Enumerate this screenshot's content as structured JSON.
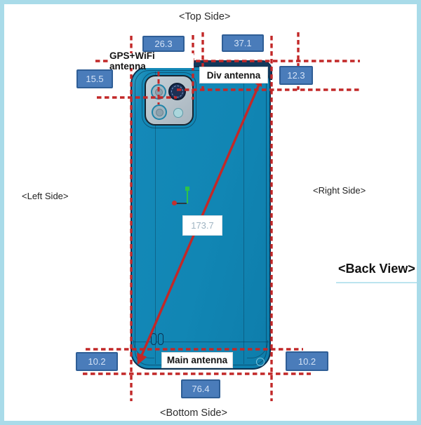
{
  "side_labels": {
    "top": "<Top Side>",
    "left": "<Left Side>",
    "right": "<Right Side>",
    "bottom": "<Bottom Side>",
    "back_view": "<Back View>"
  },
  "antenna_labels": {
    "gps_wifi": "GPS+WiFi antenna",
    "div": "Div antenna",
    "main": "Main antenna"
  },
  "measurements": {
    "top_left": "26.3",
    "top_right": "37.1",
    "upper_left": "15.5",
    "upper_right": "12.3",
    "diagonal": "173.7",
    "bottom_left": "10.2",
    "bottom_right": "10.2",
    "bottom_center": "76.4"
  },
  "colors": {
    "frame_border": "#a9dbe9",
    "dimension_line_red": "#c22828",
    "measure_box_fill": "#4a7cba",
    "measure_box_border": "#2f5e96",
    "phone_body_teal": "#1186b4",
    "phone_edge_navy": "#0b3050",
    "camera_module_gray": "#b8c3cb",
    "axis_green": "#2ec24a"
  }
}
